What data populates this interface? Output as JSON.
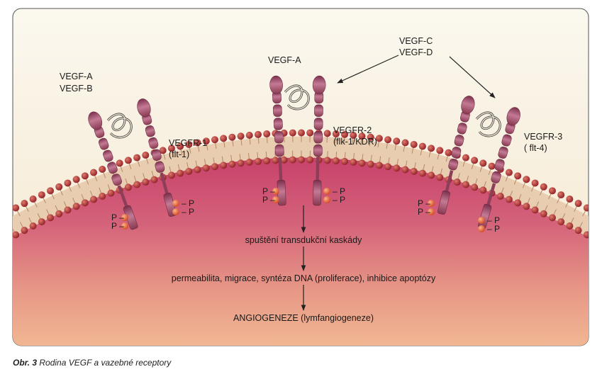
{
  "labels": {
    "vegf_ab_line1": "VEGF-A",
    "vegf_ab_line2": "VEGF-B",
    "vegf_a_top": "VEGF-A",
    "vegf_cd_line1": "VEGF-C",
    "vegf_cd_line2": "VEGF-D",
    "vegfr1_line1": "VEGFR-1",
    "vegfr1_line2": "(flt-1)",
    "vegfr2_line1": "VEGFR-2",
    "vegfr2_line2": "(flk-1/KDR)",
    "vegfr3_line1": "VEGFR-3",
    "vegfr3_line2": "( flt-4)",
    "phosphate": "P"
  },
  "cascade": {
    "step1": "spuštění transdukční kaskády",
    "step2": "permeabilita, migrace, syntéza DNA (proliferace), inhibice apoptózy",
    "step3": "ANGIOGENEZE (lymfangiogeneze)"
  },
  "caption": {
    "number": "Obr. 3",
    "text": "Rodina VEGF a vazebné receptory"
  },
  "colors": {
    "background_top": "#fbf6ea",
    "cytoplasm_top": "#c23d66",
    "cytoplasm_bottom": "#f0b28f",
    "lipid_head": "#a72a2f",
    "membrane_fill": "#e7c7a6",
    "receptor": "#a45471",
    "phosphate_ball": "#e86a3a"
  }
}
